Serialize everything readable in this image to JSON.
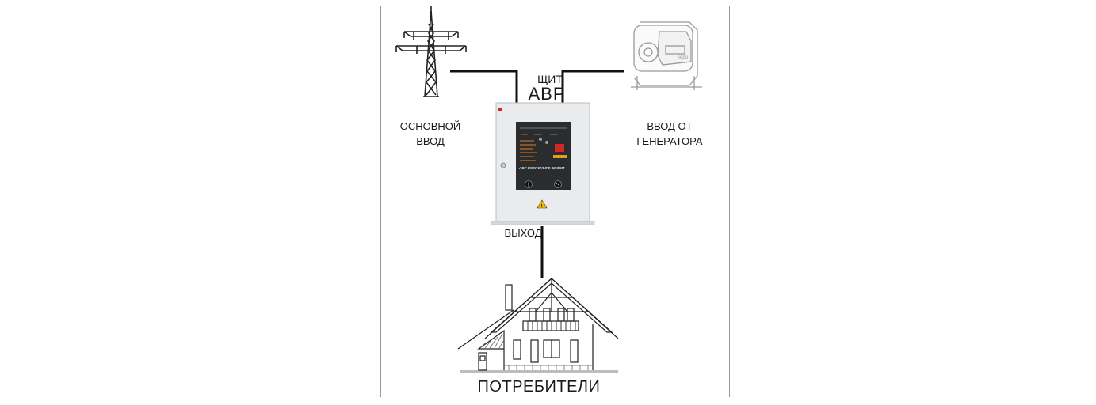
{
  "labels": {
    "main_input": [
      "ОСНОВНОЙ",
      "ВВОД"
    ],
    "generator_input": [
      "ВВОД ОТ",
      "ГЕНЕРАТОРА"
    ],
    "panel_small": "ЩИТ",
    "panel_big": "АВР",
    "output": "ВЫХОД",
    "consumers": "ПОТРЕБИТЕЛИ"
  },
  "panel": {
    "model_text": "АВР ENERGYLIFE 32 GSM"
  },
  "colors": {
    "wire": "#111111",
    "panel_body": "#e9ebed",
    "panel_front": "#2b2c2e",
    "warning": "#f2c200",
    "brand_red": "#d3262a"
  }
}
